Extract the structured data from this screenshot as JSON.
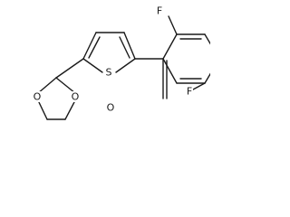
{
  "molecule": {
    "atom_labels": {
      "fluorine_top": "F",
      "fluorine_bottom": "F",
      "oxygen_ketone": "O",
      "sulfur": "S",
      "oxygen_dioxolane_left": "O",
      "oxygen_dioxolane_right": "O"
    }
  }
}
